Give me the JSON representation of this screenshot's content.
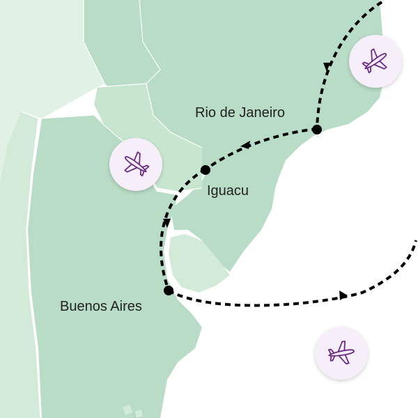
{
  "map": {
    "cities": [
      {
        "id": "rio",
        "label": "Rio de Janeiro"
      },
      {
        "id": "iguacu",
        "label": "Iguacu"
      },
      {
        "id": "buenos-aires",
        "label": "Buenos Aires"
      }
    ],
    "route": [
      "Rio de Janeiro",
      "Iguacu",
      "Buenos Aires"
    ],
    "icons": [
      "plane-icon",
      "plane-icon",
      "plane-icon"
    ],
    "colors": {
      "land_main": "#b8dcc5",
      "land_light": "#d4ead9",
      "land_lightest": "#e2f1e6",
      "borders": "#ffffff",
      "sea": "#ffffff",
      "route": "#000000",
      "plane_icon": "#6b2a86",
      "badge_bg": "#f6eef8"
    }
  }
}
